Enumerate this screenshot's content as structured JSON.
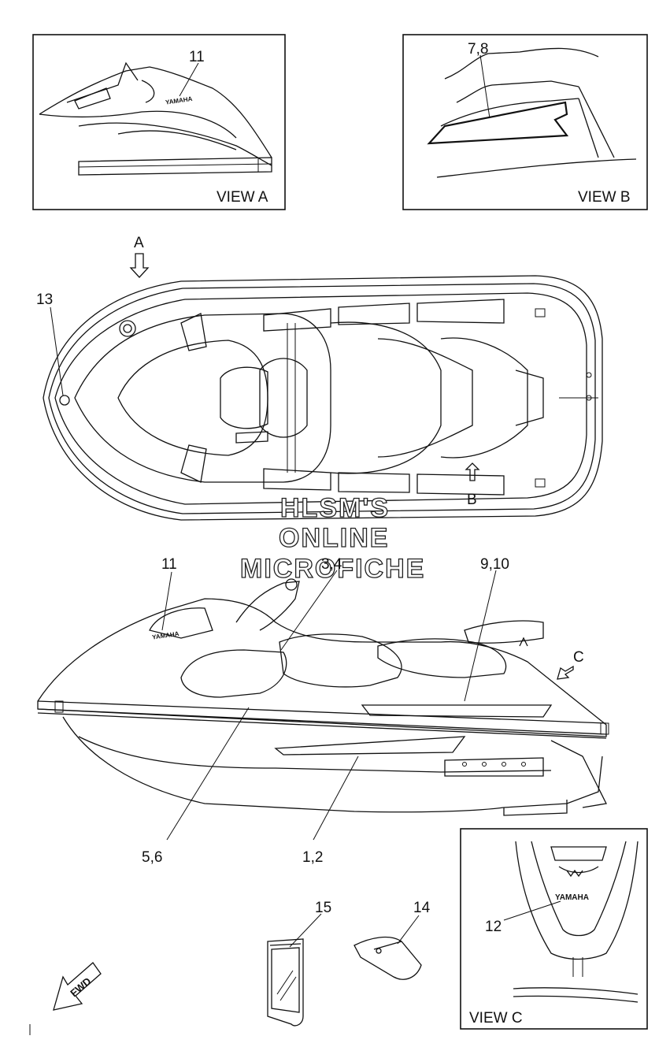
{
  "views": {
    "a": "VIEW A",
    "b": "VIEW B",
    "c": "VIEW C"
  },
  "arrows": {
    "a": "A",
    "b": "B",
    "c": "C"
  },
  "callouts": {
    "view_a_11": "11",
    "view_b_7_8": "7,8",
    "top_13": "13",
    "side_11": "11",
    "side_3_4": "3,4",
    "side_9_10": "9,10",
    "side_5_6": "5,6",
    "side_1_2": "1,2",
    "part_15": "15",
    "part_14": "14",
    "view_c_12": "12"
  },
  "watermark": {
    "line1": "HLSM'S",
    "line2": "ONLINE",
    "line3": "MICROFICHE"
  },
  "logos": {
    "view_a": "YAMAHA",
    "side": "YAMAHA",
    "view_c": "YAMAHA"
  },
  "fwd_label": "FWD"
}
